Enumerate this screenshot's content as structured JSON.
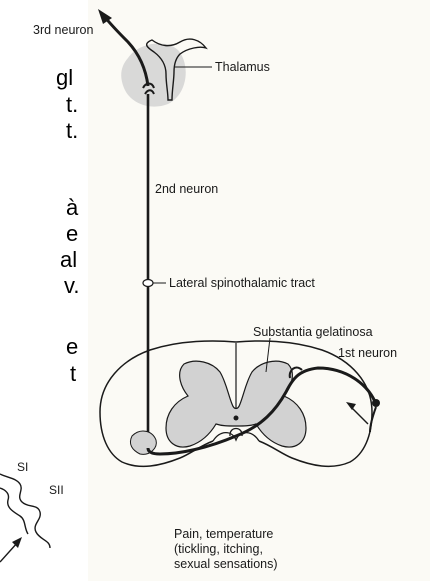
{
  "labels": {
    "third_neuron": "3rd neuron",
    "thalamus": "Thalamus",
    "second_neuron": "2nd neuron",
    "lateral_tract": "Lateral spinothalamic tract",
    "substantia": "Substantia gelatinosa",
    "first_neuron": "1st neuron",
    "caption_line1": "Pain, temperature",
    "caption_line2": "(tickling, itching,",
    "caption_line3": "sexual sensations)",
    "si": "SI",
    "sii": "SII"
  },
  "slide_fragments": [
    "gl",
    "t.",
    "t.",
    "à",
    "e",
    "al",
    "v.",
    "e",
    "t"
  ],
  "colors": {
    "shading": "#d2d2d2",
    "ink": "#1a1a1a"
  }
}
